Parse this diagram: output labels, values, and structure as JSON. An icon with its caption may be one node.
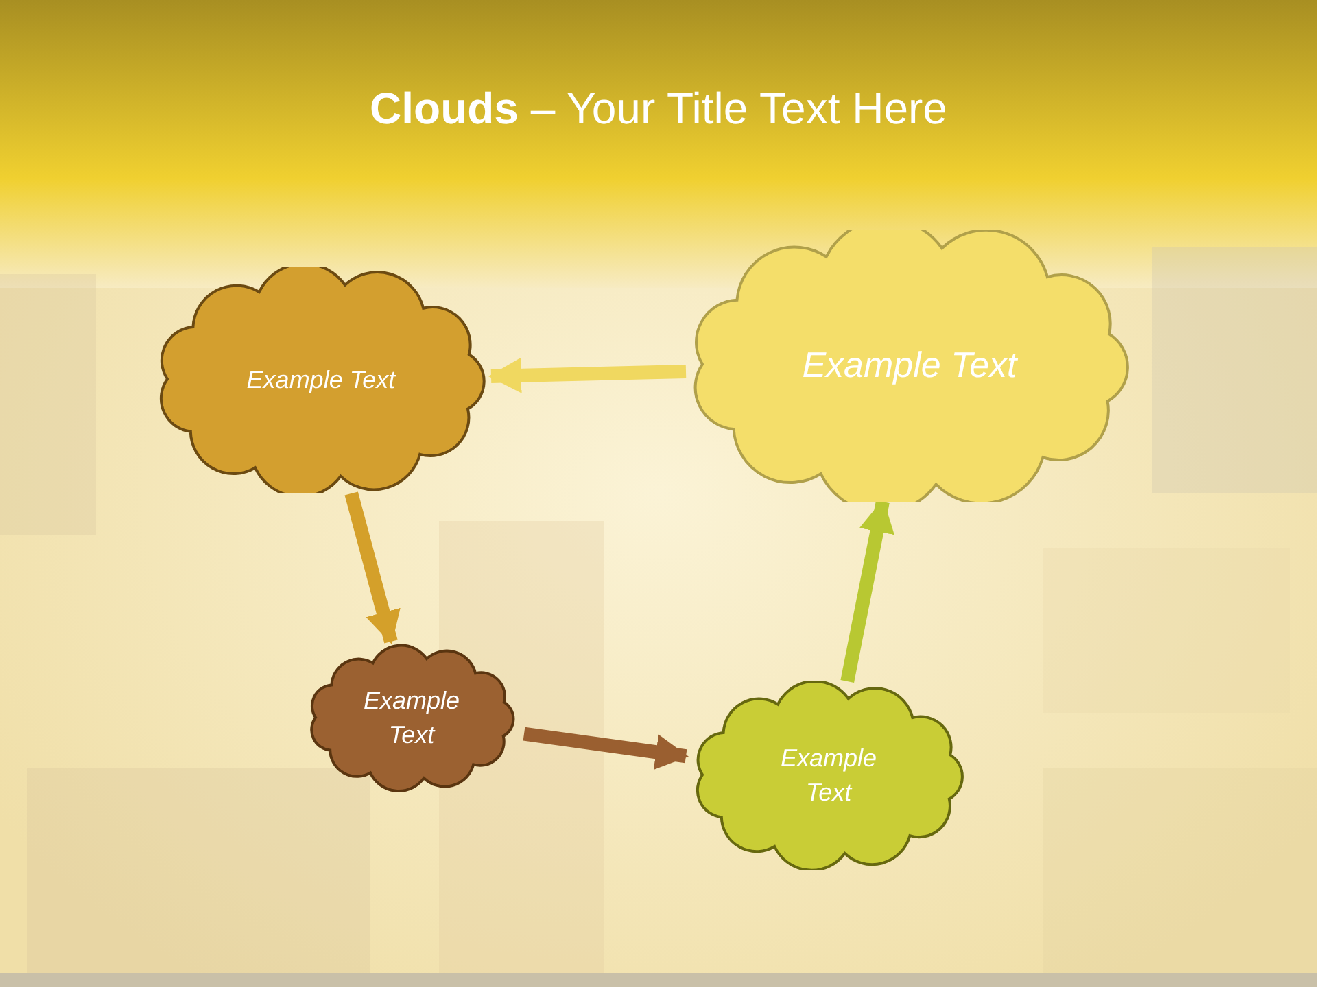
{
  "diagram": {
    "title": "**Clouds** – Your Title Text Here",
    "nodes": [
      {
        "text": [
          "Example Text"
        ]
      },
      {
        "text": [
          "Example Text"
        ]
      },
      {
        "text": [
          "Example Text"
        ]
      },
      {
        "text": [
          "Example Text"
        ]
      }
    ],
    "edges": [
      {
        "from": 0,
        "to": 1,
        "arrow": "to",
        "color": "#d4a02a"
      },
      {
        "from": 1,
        "to": 2,
        "arrow": "to",
        "color": "#9a5f30"
      },
      {
        "from": 2,
        "to": 3,
        "arrow": "to",
        "color": "#b8c832"
      },
      {
        "from": 3,
        "to": 0,
        "arrow": "to",
        "color": "#f0d860"
      }
    ]
  }
}
